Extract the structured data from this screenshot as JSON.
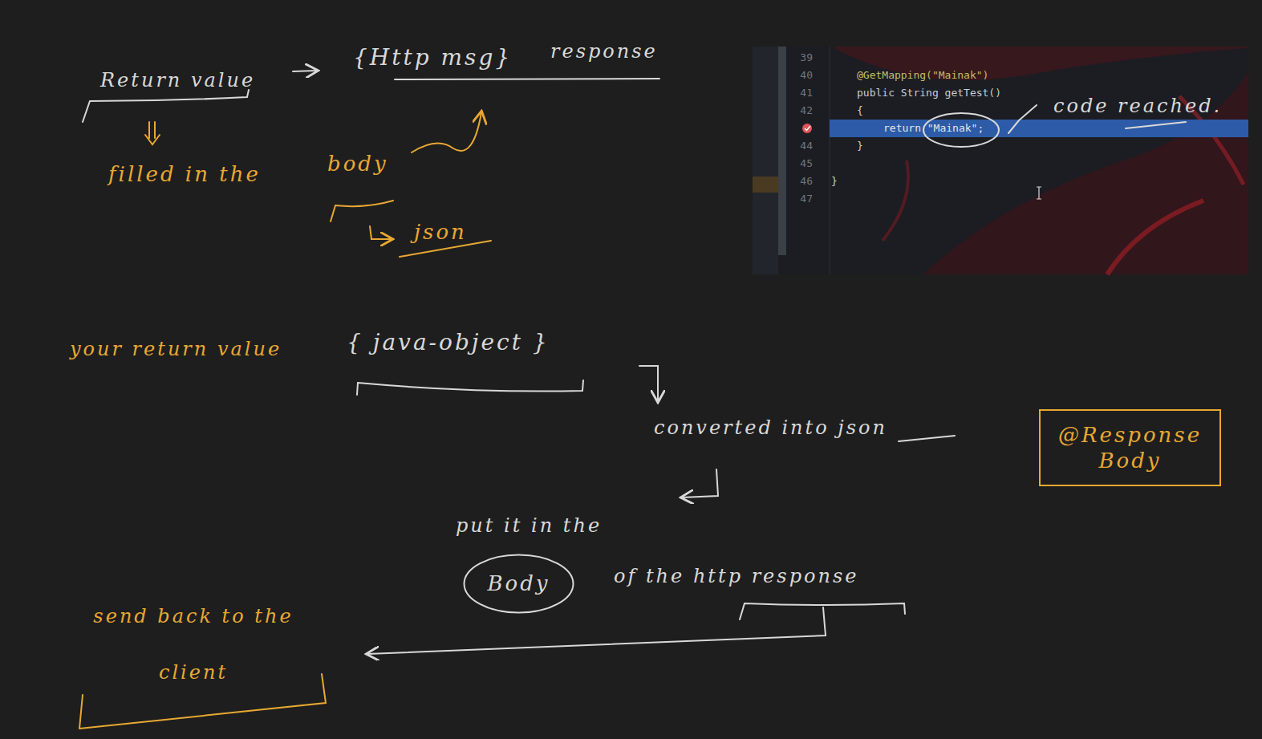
{
  "diagram": {
    "nodes": [
      {
        "text": [
          "@Response Body"
        ]
      },
      {
        "text": [
          "Body"
        ]
      }
    ],
    "labels": [
      "Return value",
      "{Http msg}",
      "response",
      "filled in the",
      "body",
      "json",
      "39",
      "40",
      "41",
      "42",
      "44",
      "45",
      "46",
      "47",
      "@GetMapping(\"Mainak\")",
      "public String getTest()",
      "{",
      "return \"Mainak\";",
      "}",
      "}",
      "code reached.",
      "your return value",
      "{ java-object }",
      "converted into json",
      "put it in the",
      "of the http response",
      "send back to the client"
    ]
  }
}
